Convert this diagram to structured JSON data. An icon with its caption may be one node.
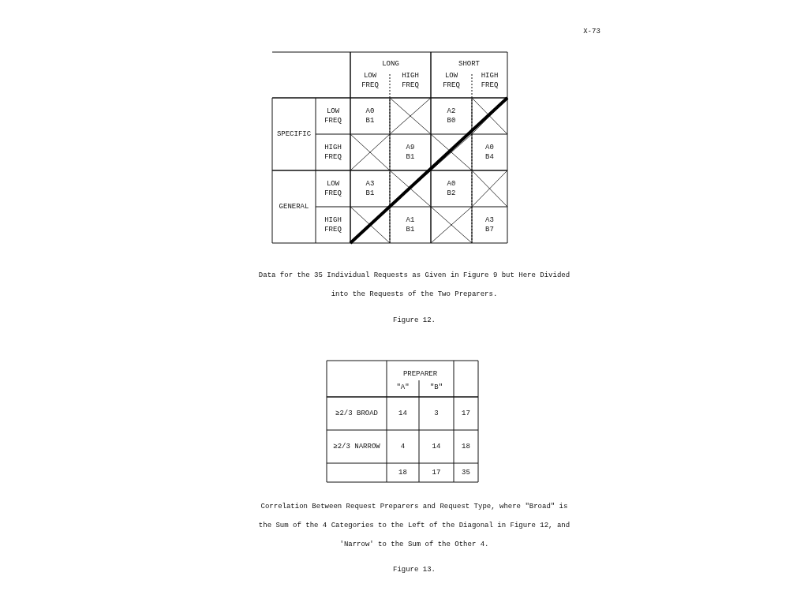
{
  "diagram": {
    "labels": [
      "X-73",
      "LONG",
      "SHORT",
      "LOW FREQ",
      "HIGH FREQ",
      "LOW FREQ",
      "HIGH FREQ",
      "SPECIFIC",
      "LOW FREQ",
      "A0 B1",
      "A2 B0",
      "HIGH FREQ",
      "A9 B1",
      "A0 B4",
      "GENERAL",
      "LOW FREQ",
      "A3 B1",
      "A0 B2",
      "HIGH FREQ",
      "A1 B1",
      "A3 B7",
      "Data for the 35 Individual Requests as Given in Figure 9 but Here Divided into the Requests of the Two Preparers.",
      "Figure 12.",
      "PREPARER",
      "\"A\"",
      "\"B\"",
      "≥2/3 BROAD",
      "14",
      "3",
      "17",
      "≥2/3 NARROW",
      "4",
      "14",
      "18",
      "18",
      "17",
      "35",
      "Correlation Between Request Preparers and Request Type, where \"Broad\" is the Sum of the 4 Categories to the Left of the Diagonal in Figure 12, and 'Narrow' to the Sum of the Other 4.",
      "Figure 13."
    ]
  }
}
